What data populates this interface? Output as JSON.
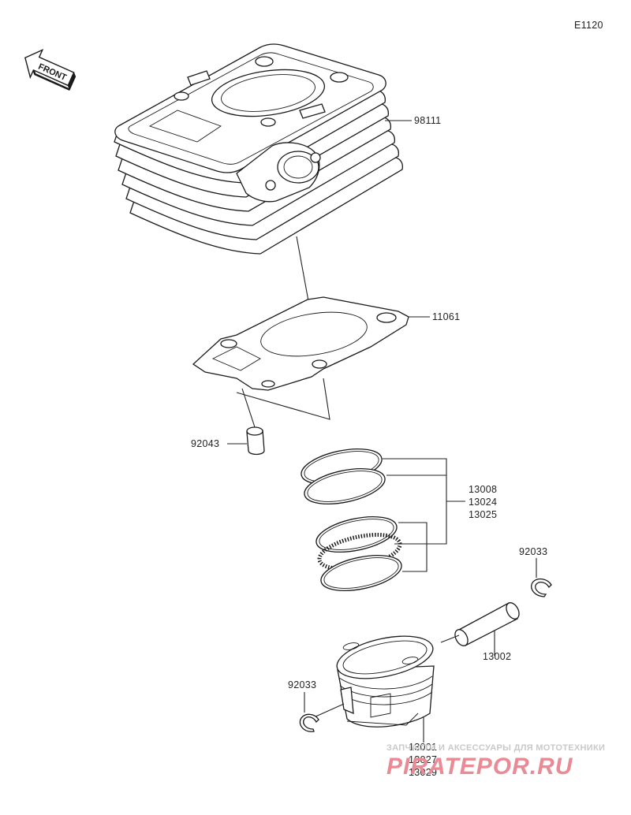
{
  "diagram_code": "E1120",
  "direction_label": "FRONT",
  "parts": {
    "cylinder": "98111",
    "gasket": "11061",
    "dowel_pin": "92043",
    "piston_rings": [
      "13008",
      "13024",
      "13025"
    ],
    "snap_ring_right": "92033",
    "piston_pin": "13002",
    "snap_ring_left": "92033",
    "piston": [
      "13001",
      "13027",
      "13029"
    ]
  },
  "watermark": {
    "tagline": "ЗАПЧАСТИ И АКСЕССУАРЫ ДЛЯ МОТОТЕХНИКИ",
    "logo_text": "PIRATEPOR.RU"
  }
}
